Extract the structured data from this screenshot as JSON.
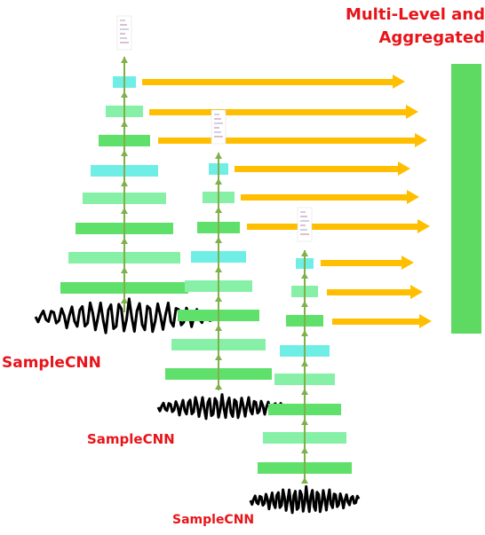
{
  "title": {
    "line1": "Multi-Level and",
    "line2": "Aggregated"
  },
  "networks": [
    {
      "label": "SampleCNN"
    },
    {
      "label": "SampleCNN"
    },
    {
      "label": "SampleCNN"
    }
  ],
  "colors": {
    "layer_dark_green": "#5fe06b",
    "layer_light_green": "#86f0a6",
    "layer_cyan": "#6feee6",
    "arrow_orange": "#ffbf00",
    "connector_green": "#7fb04a",
    "aggregate_bar": "#5ed961",
    "text_red": "#e8141a",
    "waveform": "#000000"
  }
}
